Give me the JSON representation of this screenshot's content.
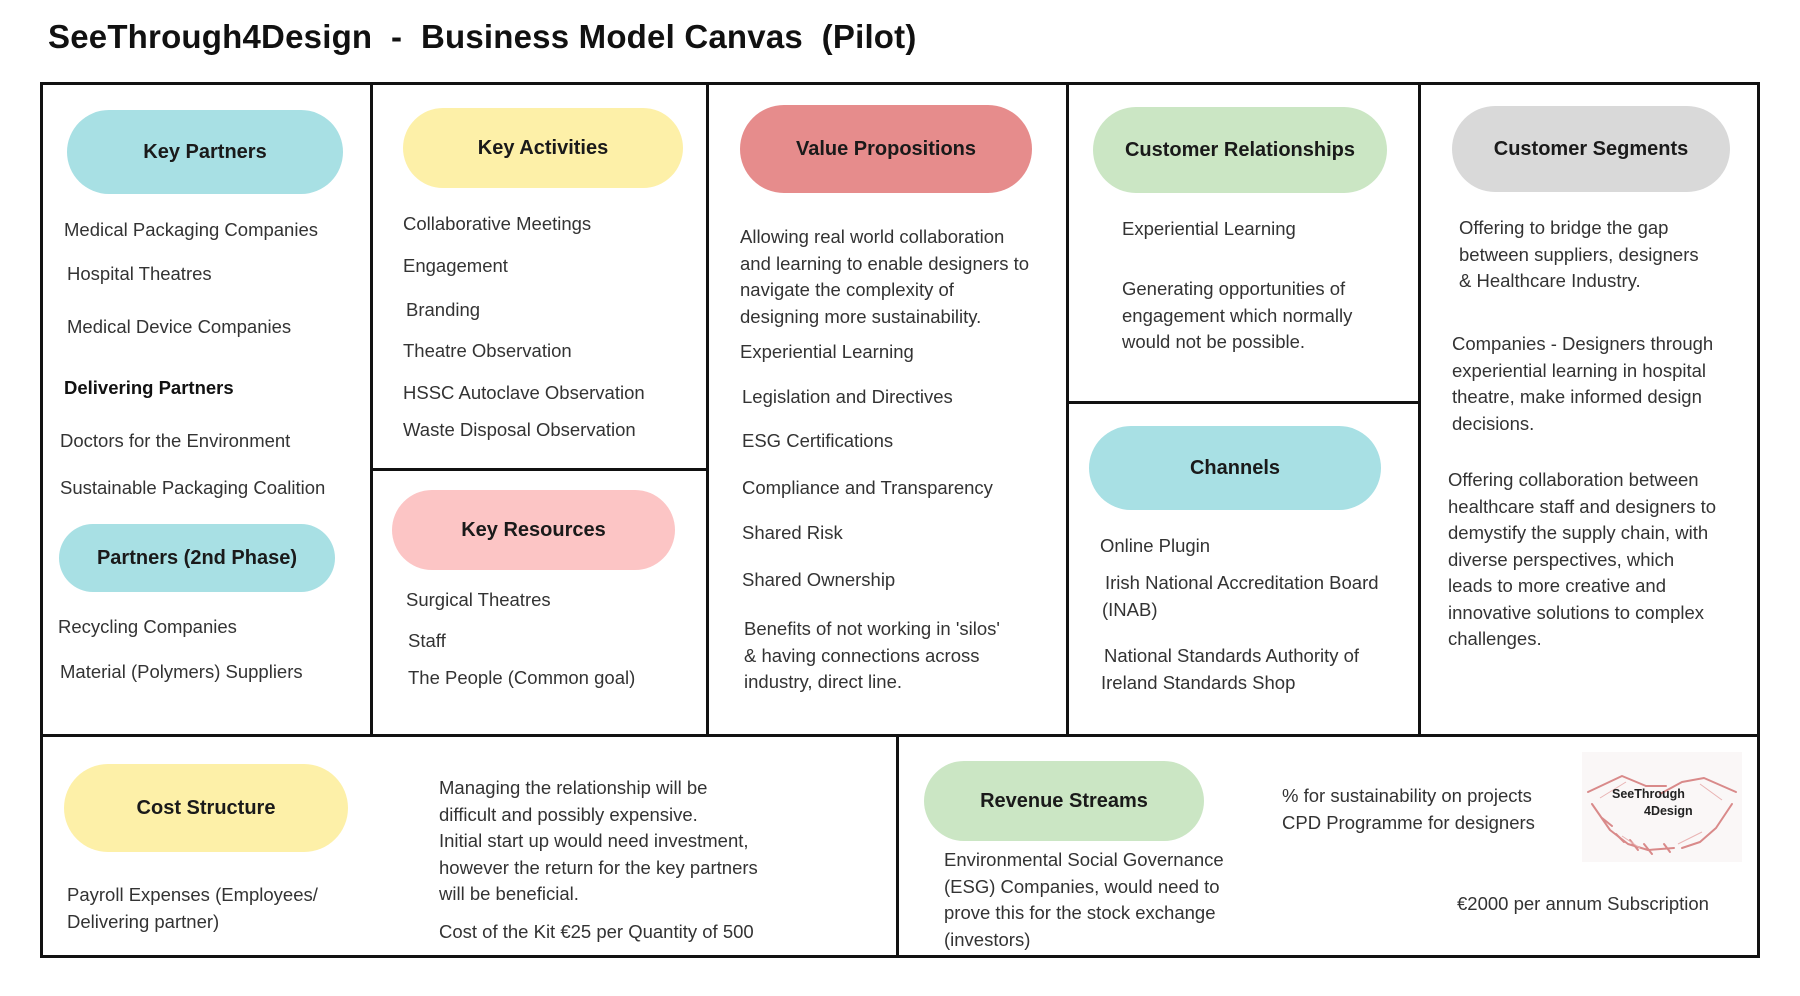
{
  "title": "SeeThrough4Design  -  Business Model Canvas  (Pilot)",
  "colors": {
    "teal": "#a8e0e4",
    "yellow": "#fdf0a8",
    "red": "#e68c8c",
    "green": "#cbe6c4",
    "gray": "#d9d9d9",
    "pink": "#fcc5c5",
    "border": "#111111"
  },
  "key_partners": {
    "heading": "Key Partners",
    "items": [
      "Medical Packaging Companies",
      "Hospital Theatres",
      "Medical Device Companies"
    ],
    "delivering_label": "Delivering Partners",
    "delivering_items": [
      "Doctors for the Environment",
      "Sustainable Packaging Coalition"
    ],
    "phase2_heading": "Partners (2nd Phase)",
    "phase2_items": [
      "Recycling Companies",
      "Material (Polymers) Suppliers"
    ]
  },
  "key_activities": {
    "heading": "Key Activities",
    "items": [
      "Collaborative Meetings",
      "Engagement",
      "Branding",
      "Theatre Observation",
      "HSSC Autoclave Observation",
      "Waste Disposal Observation"
    ]
  },
  "key_resources": {
    "heading": "Key Resources",
    "items": [
      "Surgical Theatres",
      "Staff",
      "The People (Common goal)"
    ]
  },
  "value_propositions": {
    "heading": "Value Propositions",
    "intro": [
      "Allowing real world collaboration",
      "and learning to enable designers to",
      "navigate the complexity of",
      "designing more sustainability."
    ],
    "items": [
      "Experiential Learning",
      "Legislation and Directives",
      "ESG Certifications",
      "Compliance and Transparency",
      "Shared Risk",
      "Shared Ownership"
    ],
    "benefits": [
      "Benefits of not working in 'silos'",
      "& having connections across",
      "industry, direct line."
    ]
  },
  "customer_relationships": {
    "heading": "Customer Relationships",
    "item1": "Experiential Learning",
    "item2": [
      "Generating opportunities of",
      "engagement which normally",
      "would not be possible."
    ]
  },
  "channels": {
    "heading": "Channels",
    "item1": "Online Plugin",
    "item2": [
      "Irish National Accreditation Board",
      "(INAB)"
    ],
    "item3": [
      "National Standards Authority of",
      "Ireland Standards Shop"
    ]
  },
  "customer_segments": {
    "heading": "Customer Segments",
    "para1": [
      "Offering to bridge the gap",
      "between suppliers, designers",
      "& Healthcare Industry."
    ],
    "para2": [
      "Companies - Designers through",
      "experiential learning in hospital",
      "theatre, make informed design",
      "decisions."
    ],
    "para3": [
      "Offering collaboration between",
      "healthcare staff and designers to",
      "demystify the supply chain, with",
      "diverse perspectives, which",
      "leads to more creative and",
      "innovative solutions to complex",
      "challenges."
    ]
  },
  "cost_structure": {
    "heading": "Cost Structure",
    "payroll": [
      "Payroll Expenses (Employees/",
      "Delivering partner)"
    ],
    "managing": [
      "Managing the relationship will be",
      "difficult and possibly expensive.",
      "Initial start up would need investment,",
      "however the return for the key partners",
      "will be beneficial."
    ],
    "kit_cost": "Cost of the Kit €25 per Quantity of 500"
  },
  "revenue_streams": {
    "heading": "Revenue Streams",
    "esg": [
      "Environmental Social Governance",
      "(ESG) Companies, would need to",
      "prove this for the stock exchange",
      "(investors)"
    ],
    "sustainability": [
      "% for sustainability on projects",
      "CPD Programme for designers"
    ],
    "subscription": "€2000 per annum Subscription"
  },
  "logo": {
    "line1": "SeeThrough",
    "line2": "4Design",
    "icon": "handshake-icon"
  }
}
